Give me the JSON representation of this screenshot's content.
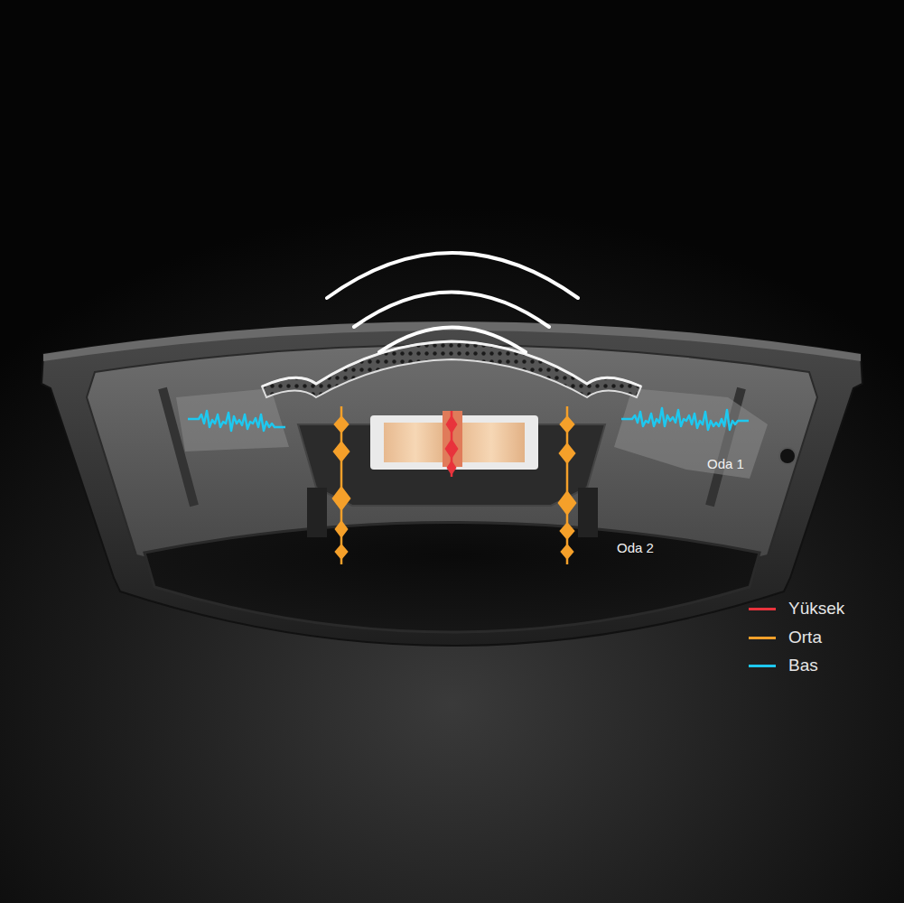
{
  "diagram": {
    "labels": [
      "Oda 1",
      "Oda 2"
    ],
    "legend": [
      {
        "text": "Yüksek",
        "color": "#e8333c"
      },
      {
        "text": "Orta",
        "color": "#f5a02a"
      },
      {
        "text": "Bas",
        "color": "#1ec8ef"
      }
    ]
  }
}
